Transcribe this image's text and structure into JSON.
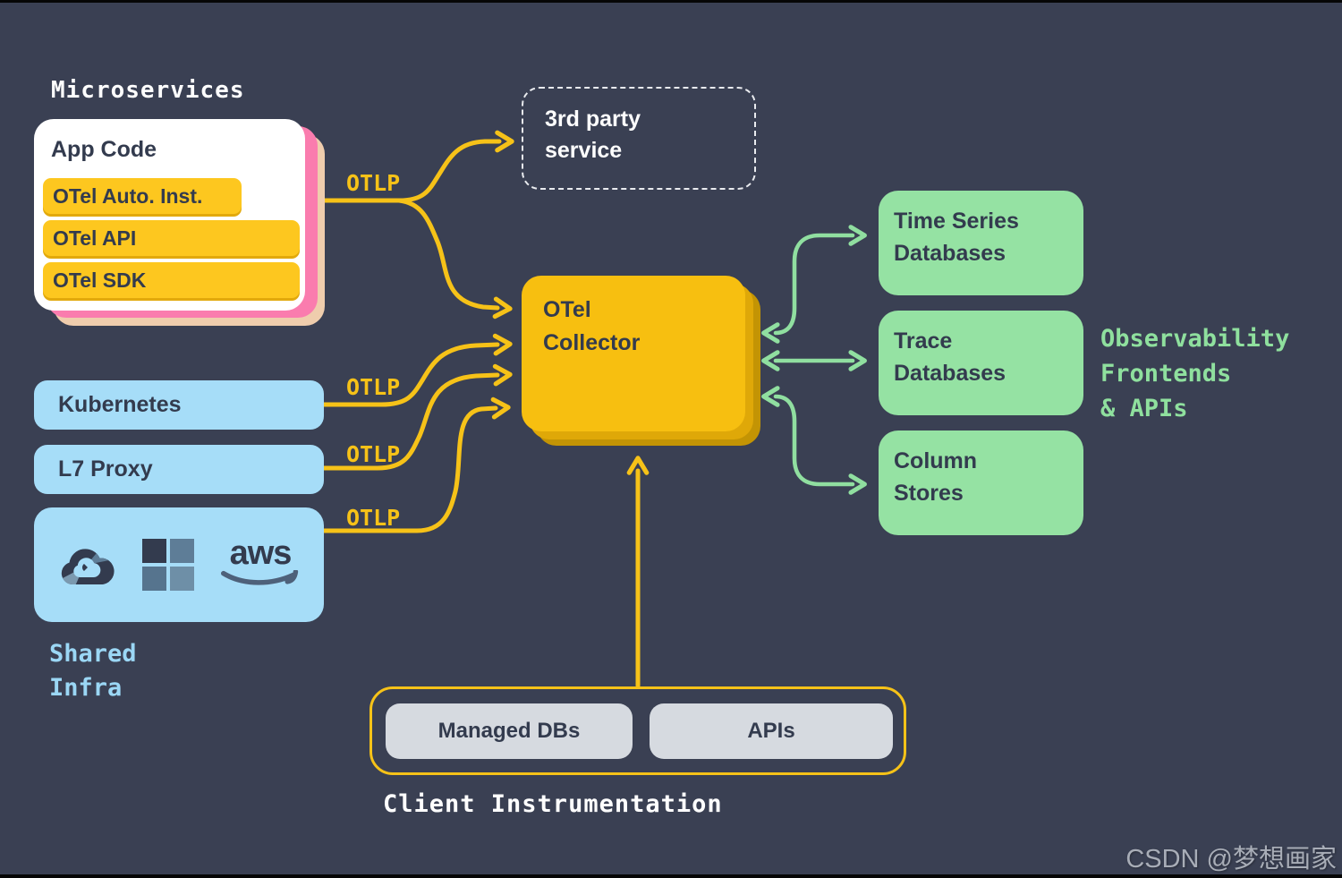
{
  "colors": {
    "background": "#3A4053",
    "yellow_accent": "#F6C218",
    "collector_yellow": "#F7BF10",
    "pill_yellow": "#FDC71F",
    "pink_shadow": "#FA7CAE",
    "tan_shadow": "#EFCDAD",
    "light_blue": "#A6DDF8",
    "green_box": "#95E2A3",
    "green_accent": "#8FE09E",
    "gray_box": "#D6DAE0",
    "navy_text": "#333B4E",
    "white": "#FFFFFF"
  },
  "labels": {
    "microservices": "Microservices",
    "otlp": "OTLP",
    "shared_infra": "Shared\nInfra",
    "observability_frontends": "Observability\nFrontends\n& APIs",
    "client_instrumentation": "Client Instrumentation"
  },
  "nodes": {
    "app_code": {
      "title": "App Code",
      "items": [
        "OTel Auto. Inst.",
        "OTel API",
        "OTel SDK"
      ]
    },
    "third_party_service": "3rd party\nservice",
    "otel_collector": "OTel\nCollector",
    "kubernetes": "Kubernetes",
    "l7_proxy": "L7 Proxy",
    "shared_infra_icons": [
      "google-cloud-logo",
      "microsoft-logo",
      "aws-logo"
    ],
    "aws_text": "aws",
    "time_series_databases": "Time Series\nDatabases",
    "trace_databases": "Trace\nDatabases",
    "column_stores": "Column\nStores",
    "managed_dbs": "Managed DBs",
    "apis": "APIs"
  },
  "watermark": "CSDN @梦想画家"
}
